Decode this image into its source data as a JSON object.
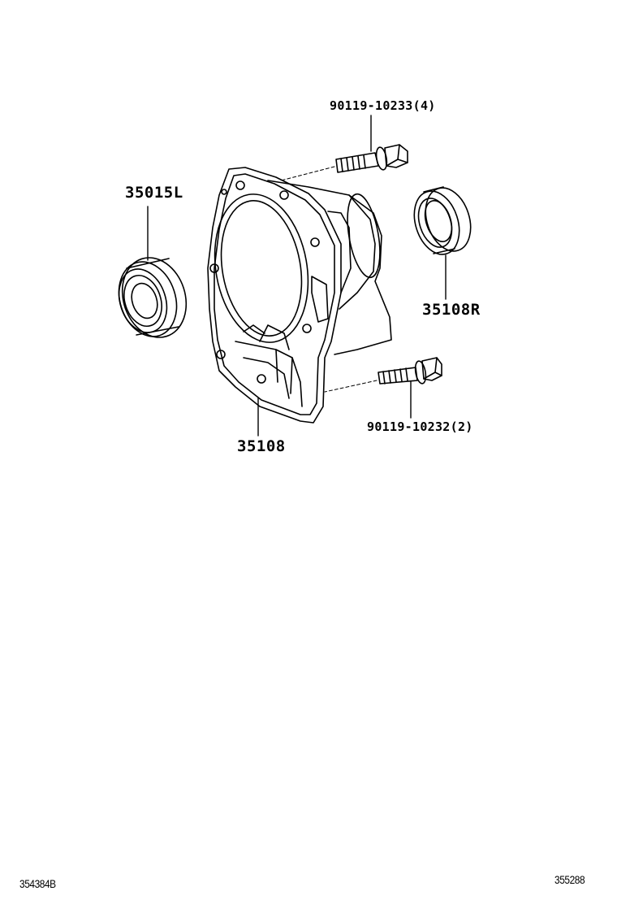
{
  "parts": {
    "bolt_upper": {
      "label": "90119-10233(4)"
    },
    "bearing": {
      "label": "35015L"
    },
    "oil_seal": {
      "label": "35108R"
    },
    "bolt_lower": {
      "label": "90119-10232(2)"
    },
    "housing": {
      "label": "35108"
    }
  },
  "footer": {
    "left_code": "354384B",
    "right_code": "355288"
  }
}
